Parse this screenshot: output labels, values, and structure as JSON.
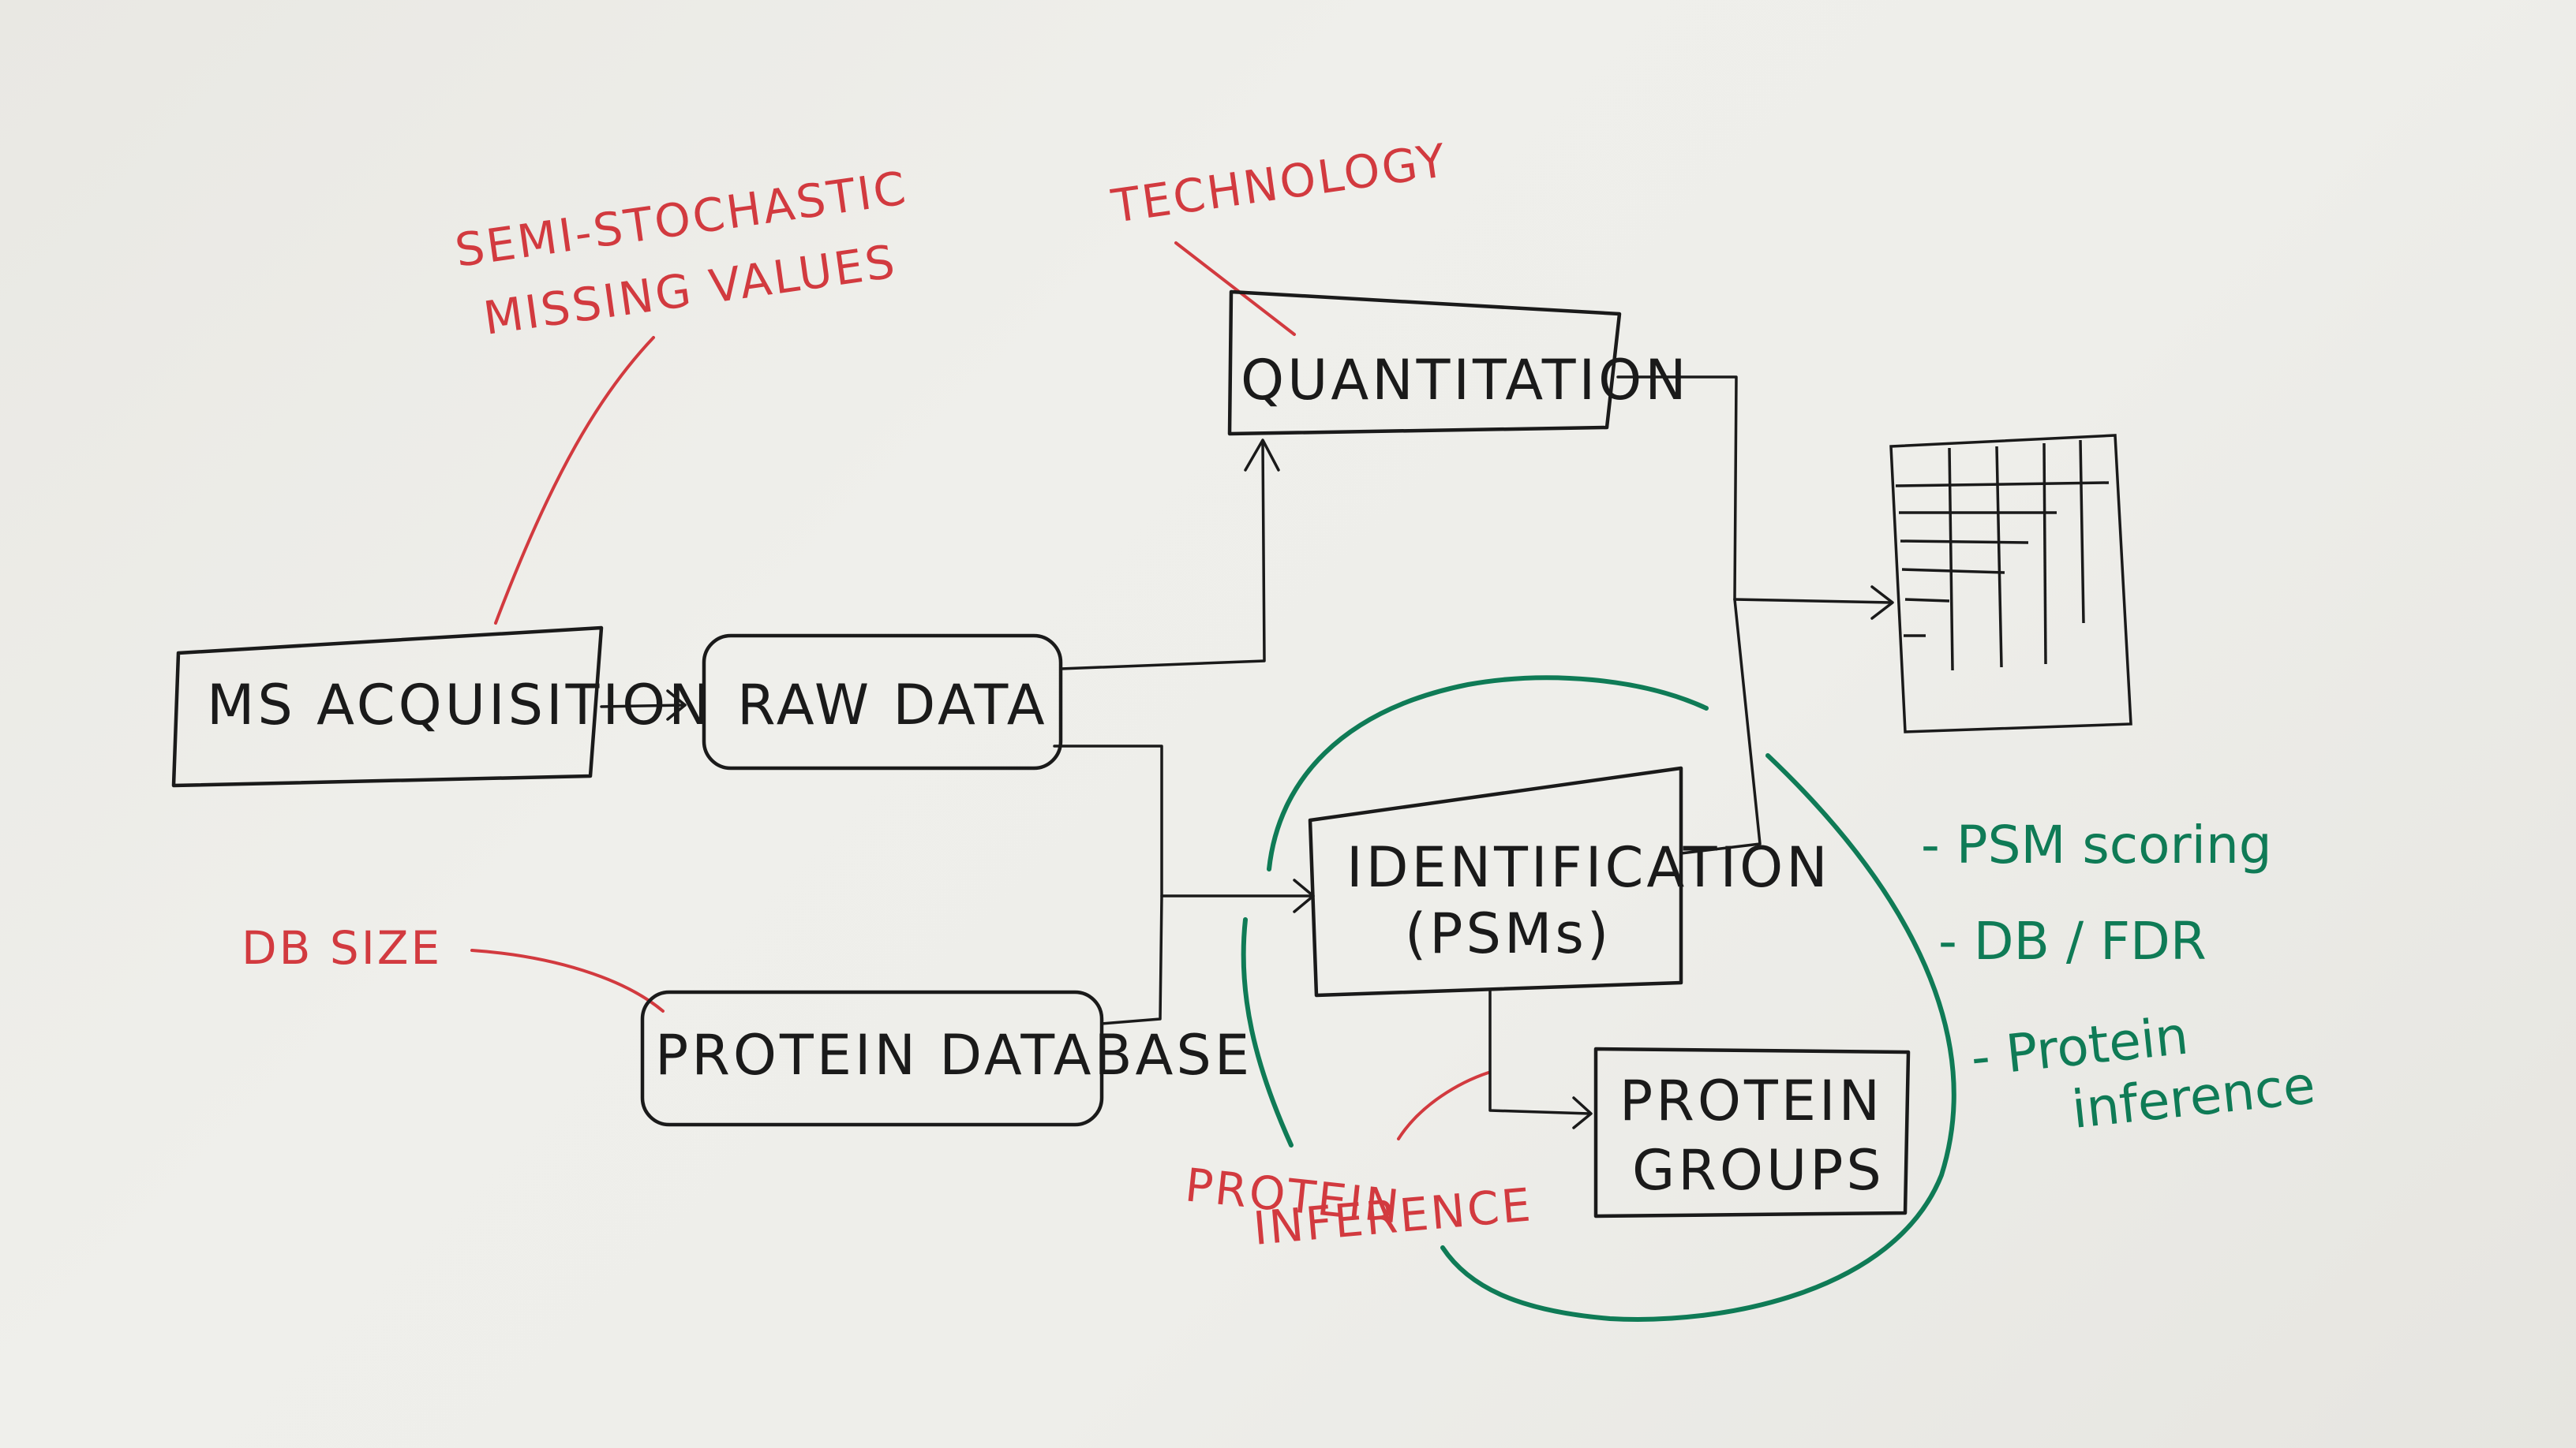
{
  "nodes": {
    "ms_acquisition": "MS ACQUISITION",
    "raw_data": "RAW DATA",
    "quantitation": "QUANTITATION",
    "identification_line1": "IDENTIFICATION",
    "identification_line2": "(PSMs)",
    "protein_database": "PROTEIN DATABASE",
    "protein_groups_line1": "PROTEIN",
    "protein_groups_line2": "GROUPS"
  },
  "red_notes": {
    "semi_stochastic_line1": "SEMI-STOCHASTIC",
    "semi_stochastic_line2": "MISSING VALUES",
    "technology": "TECHNOLOGY",
    "db_size": "DB SIZE",
    "protein_inference_line1": "PROTEIN",
    "protein_inference_line2": "INFERENCE"
  },
  "green_notes": {
    "psm_scoring": "- PSM scoring",
    "db_fdr": "- DB / FDR",
    "protein_inference_line1": "- Protein",
    "protein_inference_line2": "inference"
  },
  "colors": {
    "ink_black": "#1a1a1a",
    "ink_red": "#d23a3f",
    "ink_green": "#0f7b56",
    "board": "#eeeeea"
  }
}
